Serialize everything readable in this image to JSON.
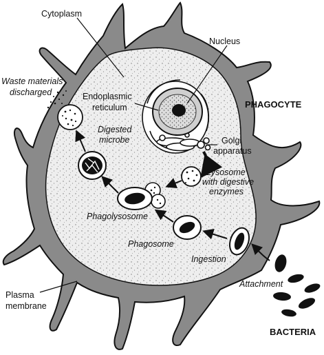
{
  "labels": {
    "cytoplasm": "Cytoplasm",
    "nucleus": "Nucleus",
    "waste_line1": "Waste materials",
    "waste_line2": "discharged",
    "er_line1": "Endoplasmic",
    "er_line2": "reticulum",
    "phagocyte": "PHAGOCYTE",
    "digested_line1": "Digested",
    "digested_line2": "microbe",
    "golgi_line1": "Golgi",
    "golgi_line2": "apparatus",
    "lysosome_line1": "Lysosome",
    "lysosome_line2": "with digestive",
    "lysosome_line3": "enzymes",
    "phagolysosome": "Phagolysosome",
    "phagosome": "Phagosome",
    "ingestion": "Ingestion",
    "attachment": "Attachment",
    "plasma_line1": "Plasma",
    "plasma_line2": "membrane",
    "bacteria": "BACTERIA"
  },
  "colors": {
    "ink": "#111111",
    "membrane": "#8a8a8a",
    "cytoplasm": "#ededed",
    "vesicle_dark": "#1a1a1a"
  }
}
